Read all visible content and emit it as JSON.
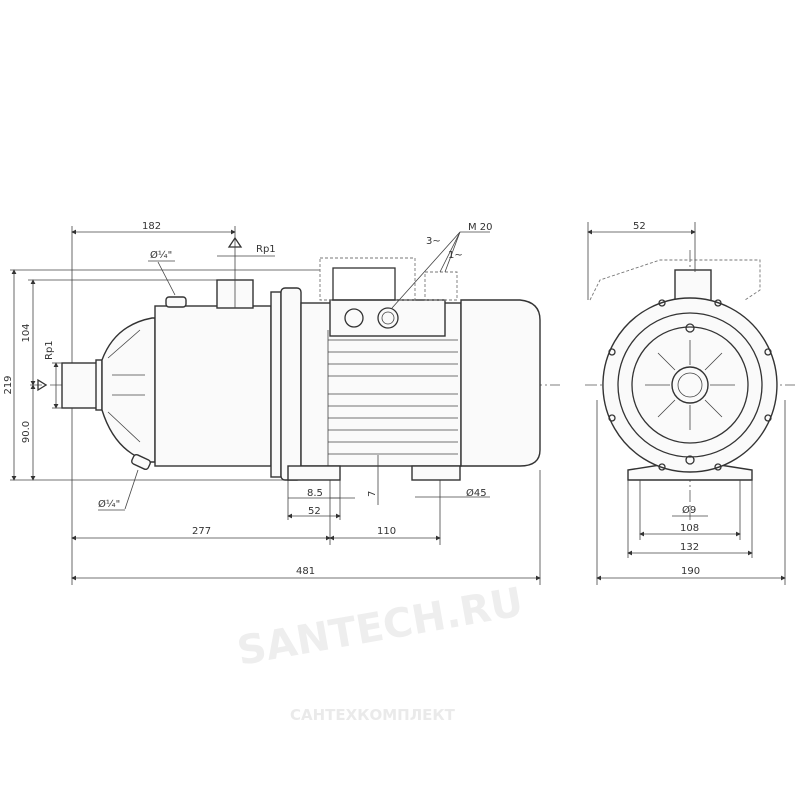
{
  "side_view": {
    "dim_top": "182",
    "thread_top": "Rp1",
    "drain_top": "Ø¼\"",
    "thread_inlet": "Rp1",
    "dim_height_total": "219",
    "dim_height_upper": "104",
    "dim_height_lower": "90.0",
    "drain_bottom": "Ø¼\"",
    "dim_foot_edge": "8.5",
    "dim_foot_width": "52",
    "dim_foot_height": "7",
    "dim_hole": "Ø45",
    "dim_base_left": "277",
    "dim_base_right": "110",
    "dim_total_length": "481",
    "cable_gland": "M 20",
    "callout_3": "3~",
    "callout_1": "1~"
  },
  "front_view": {
    "dim_top": "52",
    "dim_hole": "Ø9",
    "dim_108": "108",
    "dim_132": "132",
    "dim_190": "190"
  },
  "watermarks": {
    "diagonal": "SANTECH.RU",
    "footer": "САНТЕХКОМПЛЕКТ"
  }
}
